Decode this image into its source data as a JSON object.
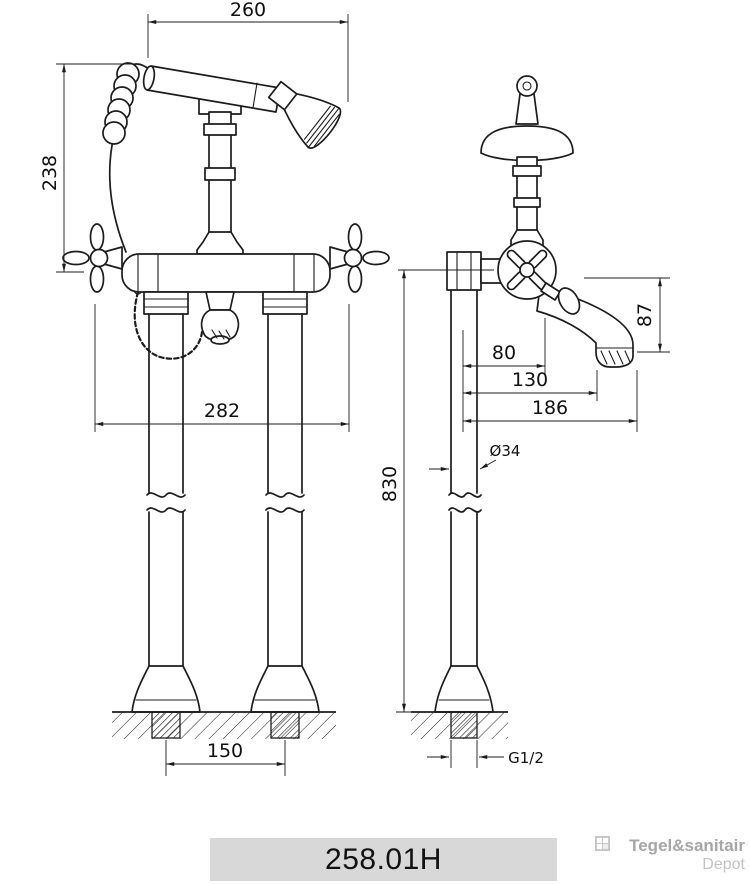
{
  "front_view": {
    "dim_top_width": "260",
    "dim_shower_height": "238",
    "dim_body_width": "282",
    "dim_pipe_spacing": "150"
  },
  "side_view": {
    "dim_spout_height": "87",
    "dim_spout_reach_start": "80",
    "dim_spout_reach_mid": "130",
    "dim_spout_reach_total": "186",
    "dim_pipe_diameter": "Ø34",
    "dim_mount_height": "830",
    "dim_thread_size": "G1/2"
  },
  "footer": {
    "product_code": "258.01H"
  },
  "logo": {
    "brand": "Tegel&sanitair",
    "sub": "Depot"
  },
  "colors": {
    "line": "#1c1c1c",
    "code_box_bg": "#d8d8d8",
    "code_text": "#121212",
    "logo_brand": "#a6a6a6",
    "logo_sub": "#c3c3c3",
    "logo_icon_bg": "#c4c4c4"
  }
}
